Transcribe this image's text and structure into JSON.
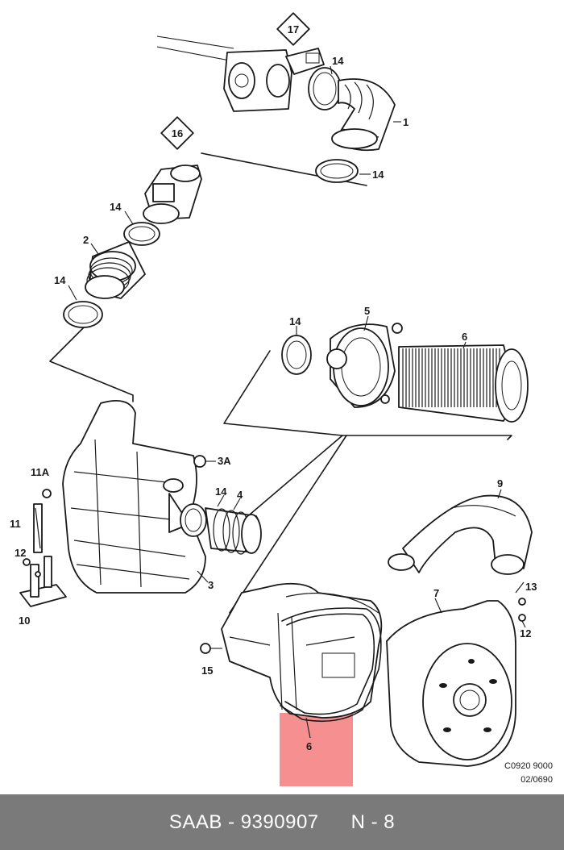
{
  "diagram": {
    "callouts": {
      "p1": "1",
      "p2": "2",
      "p3": "3",
      "p3a": "3A",
      "p4": "4",
      "p5": "5",
      "p6": "6",
      "p6b": "6",
      "p7": "7",
      "p9": "9",
      "p10": "10",
      "p11": "11",
      "p11a": "11A",
      "p12a": "12",
      "p12b": "12",
      "p13": "13",
      "p14a": "14",
      "p14b": "14",
      "p14c": "14",
      "p14d": "14",
      "p14e": "14",
      "p14f": "14",
      "p15": "15",
      "p16": "16",
      "p17": "17"
    },
    "drawing_code": "C0920 9000",
    "drawing_date": "02/0690",
    "highlight_color": "#f47b7b"
  },
  "footer": {
    "label": "SAAB - 9390907",
    "section": "N - 8",
    "background": "#7a7a7a"
  }
}
